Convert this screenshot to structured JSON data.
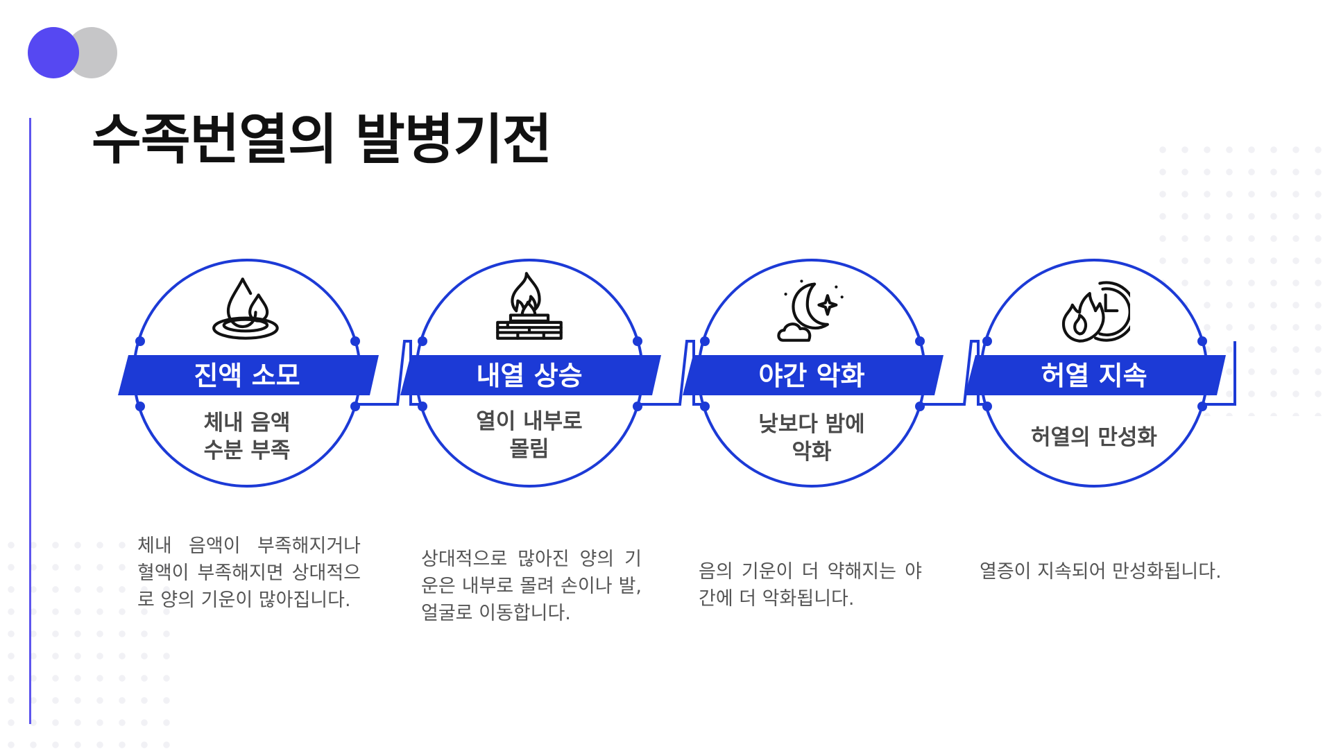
{
  "title": "수족번열의 발병기전",
  "colors": {
    "accent": "#1c3ad6",
    "logo_primary": "#5648f2",
    "logo_secondary": "#c6c6c8",
    "side_line": "#5d55ee"
  },
  "steps": [
    {
      "icon": "water-drop-icon",
      "label": "진액 소모",
      "summary": "체내 음액\n수분 부족",
      "description": "체내 음액이 부족해지거나 혈액이 부족해지면 상대적으로 양의 기운이 많아집니다."
    },
    {
      "icon": "fire-icon",
      "label": "내열 상승",
      "summary": "열이 내부로\n몰림",
      "description": "상대적으로 많아진 양의 기운은 내부로 몰려 손이나 발, 얼굴로 이동합니다."
    },
    {
      "icon": "moon-night-icon",
      "label": "야간 악화",
      "summary": "낮보다 밤에\n악화",
      "description": "음의 기운이 더 약해지는 야간에 더 악화됩니다."
    },
    {
      "icon": "fire-clock-icon",
      "label": "허열 지속",
      "summary": "허열의 만성화",
      "description": "열증이 지속되어 만성화됩니다."
    }
  ]
}
